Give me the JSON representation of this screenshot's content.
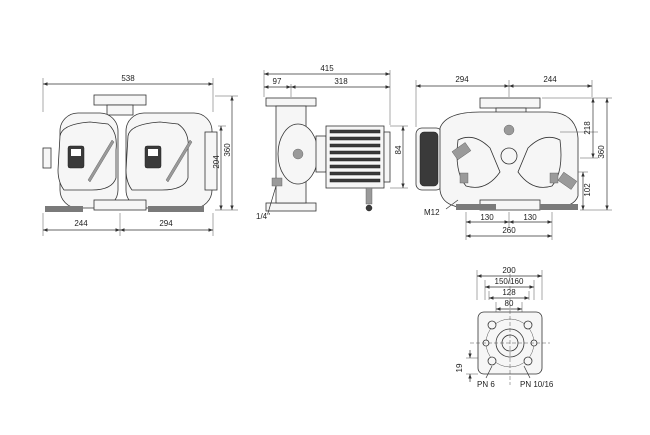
{
  "front_view": {
    "overall_width": "538",
    "left_width": "244",
    "right_width": "294",
    "height_total": "360",
    "height_upper": "204"
  },
  "side_view": {
    "overall_length": "415",
    "flange_to_axis": "97",
    "axis_to_motor_end": "318",
    "motor_height": "84",
    "thread_label": "1/4\""
  },
  "rear_view": {
    "left_width": "294",
    "right_width": "244",
    "height_total": "360",
    "height_upper": "218",
    "height_lower": "102",
    "bolt_label": "M12",
    "foot_left": "130",
    "foot_right": "130",
    "foot_total": "260"
  },
  "flange_view": {
    "d200": "200",
    "d150_160": "150/160",
    "d128": "128",
    "d80": "80",
    "thickness": "19",
    "pn_left": "PN 6",
    "pn_right": "PN 10/16"
  },
  "colors": {
    "line": "#333333",
    "fill": "#f6f6f6",
    "dark": "#3a3a3a"
  }
}
